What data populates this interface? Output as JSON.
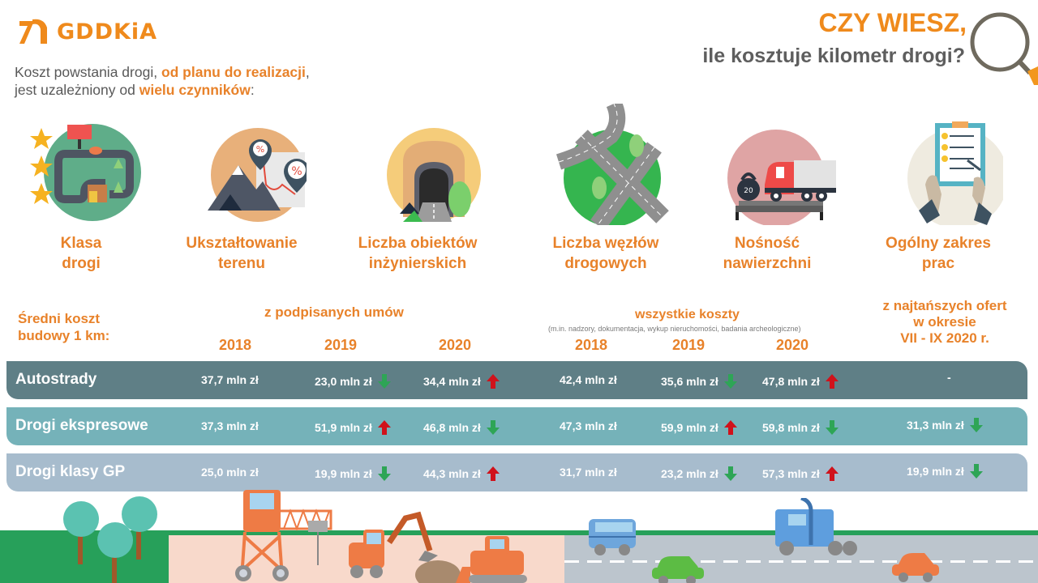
{
  "header": {
    "logo_text": "GDDKiA",
    "intro_line1_plain": "Koszt powstania drogi, ",
    "intro_line1_bold": "od planu do realizacji",
    "intro_line1_end": ",",
    "intro_line2_plain": "jest uzależniony od ",
    "intro_line2_bold": "wielu czynników",
    "intro_line2_end": ":",
    "title_line1": "CZY WIESZ,",
    "title_line2": "ile kosztuje kilometr drogi?"
  },
  "factors": [
    {
      "line1": "Klasa",
      "line2": "drogi",
      "icon": "road-class-icon"
    },
    {
      "line1": "Ukształtowanie",
      "line2": "terenu",
      "icon": "terrain-icon"
    },
    {
      "line1": "Liczba obiektów",
      "line2": "inżynierskich",
      "icon": "tunnel-icon"
    },
    {
      "line1": "Liczba węzłów",
      "line2": "drogowych",
      "icon": "interchange-icon"
    },
    {
      "line1": "Nośność",
      "line2": "nawierzchni",
      "icon": "truck-load-icon"
    },
    {
      "line1": "Ogólny zakres",
      "line2": "prac",
      "icon": "clipboard-icon"
    }
  ],
  "table": {
    "row_header_line1": "Średni koszt",
    "row_header_line2": "budowy 1 km:",
    "group1_title": "z podpisanych umów",
    "group2_title": "wszystkie koszty",
    "group2_note": "(m.in. nadzory, dokumentacja, wykup nieruchomości, badania archeologiczne)",
    "group3_line1": "z najtańszych ofert",
    "group3_line2": "w okresie",
    "group3_line3": "VII - IX 2020 r.",
    "years": [
      "2018",
      "2019",
      "2020",
      "2018",
      "2019",
      "2020"
    ],
    "rows": [
      {
        "name": "Autostrady",
        "color": "#5f7f86",
        "values": [
          {
            "text": "37,7 mln zł",
            "trend": ""
          },
          {
            "text": "23,0 mln zł",
            "trend": "down"
          },
          {
            "text": "34,4 mln zł",
            "trend": "up"
          },
          {
            "text": "42,4 mln zł",
            "trend": ""
          },
          {
            "text": "35,6 mln zł",
            "trend": "down"
          },
          {
            "text": "47,8 mln zł",
            "trend": "up"
          },
          {
            "text": "-",
            "trend": ""
          }
        ]
      },
      {
        "name": "Drogi ekspresowe",
        "color": "#75b2b9",
        "values": [
          {
            "text": "37,3 mln zł",
            "trend": ""
          },
          {
            "text": "51,9 mln zł",
            "trend": "up"
          },
          {
            "text": "46,8 mln zł",
            "trend": "down"
          },
          {
            "text": "47,3 mln zł",
            "trend": ""
          },
          {
            "text": "59,9 mln zł",
            "trend": "up"
          },
          {
            "text": "59,8 mln zł",
            "trend": "down"
          },
          {
            "text": "31,3 mln zł",
            "trend": "down"
          }
        ]
      },
      {
        "name": "Drogi klasy GP",
        "color": "#a7bccd",
        "values": [
          {
            "text": "25,0 mln zł",
            "trend": ""
          },
          {
            "text": "19,9 mln zł",
            "trend": "down"
          },
          {
            "text": "44,3 mln zł",
            "trend": "up"
          },
          {
            "text": "31,7 mln zł",
            "trend": ""
          },
          {
            "text": "23,2 mln zł",
            "trend": "down"
          },
          {
            "text": "57,3 mln zł",
            "trend": "up"
          },
          {
            "text": "19,9 mln zł",
            "trend": "down"
          }
        ]
      }
    ]
  },
  "colors": {
    "accent_orange": "#e8822a",
    "arrow_up_red": "#d0121b",
    "arrow_down_green": "#2ea556",
    "ground_green": "#27a05a"
  }
}
